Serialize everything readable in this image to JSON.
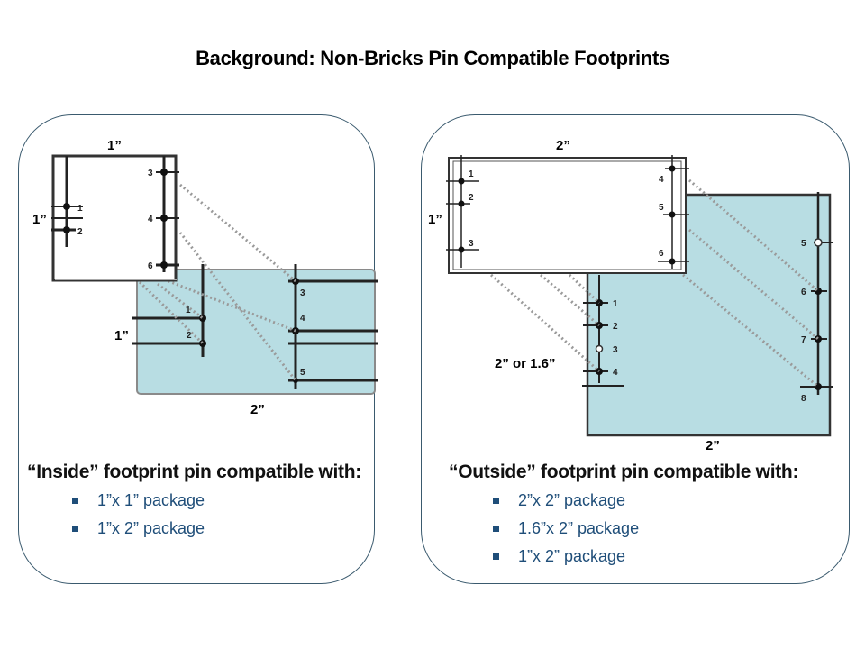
{
  "slide": {
    "title": "Background: Non-Bricks Pin Compatible Footprints"
  },
  "left_panel": {
    "heading": "“Inside” footprint pin compatible with:",
    "bullets": [
      "1”x 1” package",
      "1”x 2” package"
    ],
    "diagram": {
      "small_package": {
        "width_label": "1”",
        "height_label": "1”",
        "pins": [
          "1",
          "2",
          "3",
          "4",
          "6"
        ]
      },
      "large_package": {
        "width_label": "2”",
        "height_label": "1”",
        "pins": [
          "1",
          "2",
          "3",
          "4",
          "5"
        ]
      }
    }
  },
  "right_panel": {
    "heading": "“Outside” footprint pin compatible with:",
    "bullets": [
      "2”x 2” package",
      "1.6”x 2” package",
      "1”x 2” package"
    ],
    "diagram": {
      "small_package": {
        "width_label": "2”",
        "height_label": "1”",
        "pins": [
          "1",
          "2",
          "3",
          "4",
          "5",
          "6"
        ]
      },
      "large_package": {
        "width_label": "2”",
        "height_label": "2” or 1.6”",
        "pins": [
          "1",
          "2",
          "3",
          "4",
          "5",
          "6",
          "7",
          "8"
        ]
      }
    }
  },
  "colors": {
    "package_fill": "#b8dde3",
    "bullet_text": "#1f4e79",
    "panel_border": "#3a5a6e",
    "leader_dots": "#9a9a9a"
  }
}
